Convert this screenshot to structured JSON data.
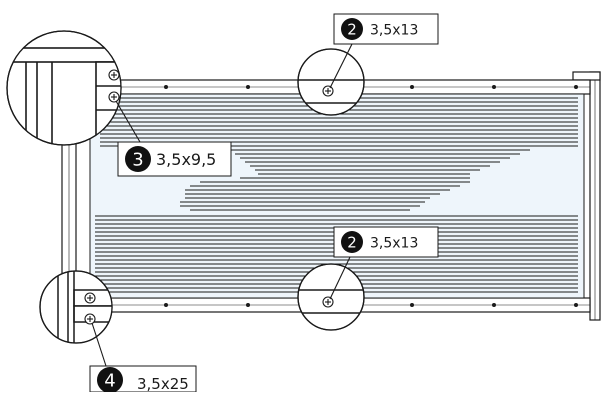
{
  "callouts": [
    {
      "number": "2",
      "spec": "3,5x13"
    },
    {
      "number": "2",
      "spec": "3,5x13"
    },
    {
      "number": "3",
      "spec": "3,5x9,5"
    },
    {
      "number": "4",
      "spec": "3,5x25"
    }
  ],
  "colors": {
    "panel_fill": "#eef5fb",
    "line": "#1a1a1a",
    "badge": "#111111",
    "frame": "#ffffff"
  },
  "icons": [
    "phillips-screw-icon"
  ]
}
